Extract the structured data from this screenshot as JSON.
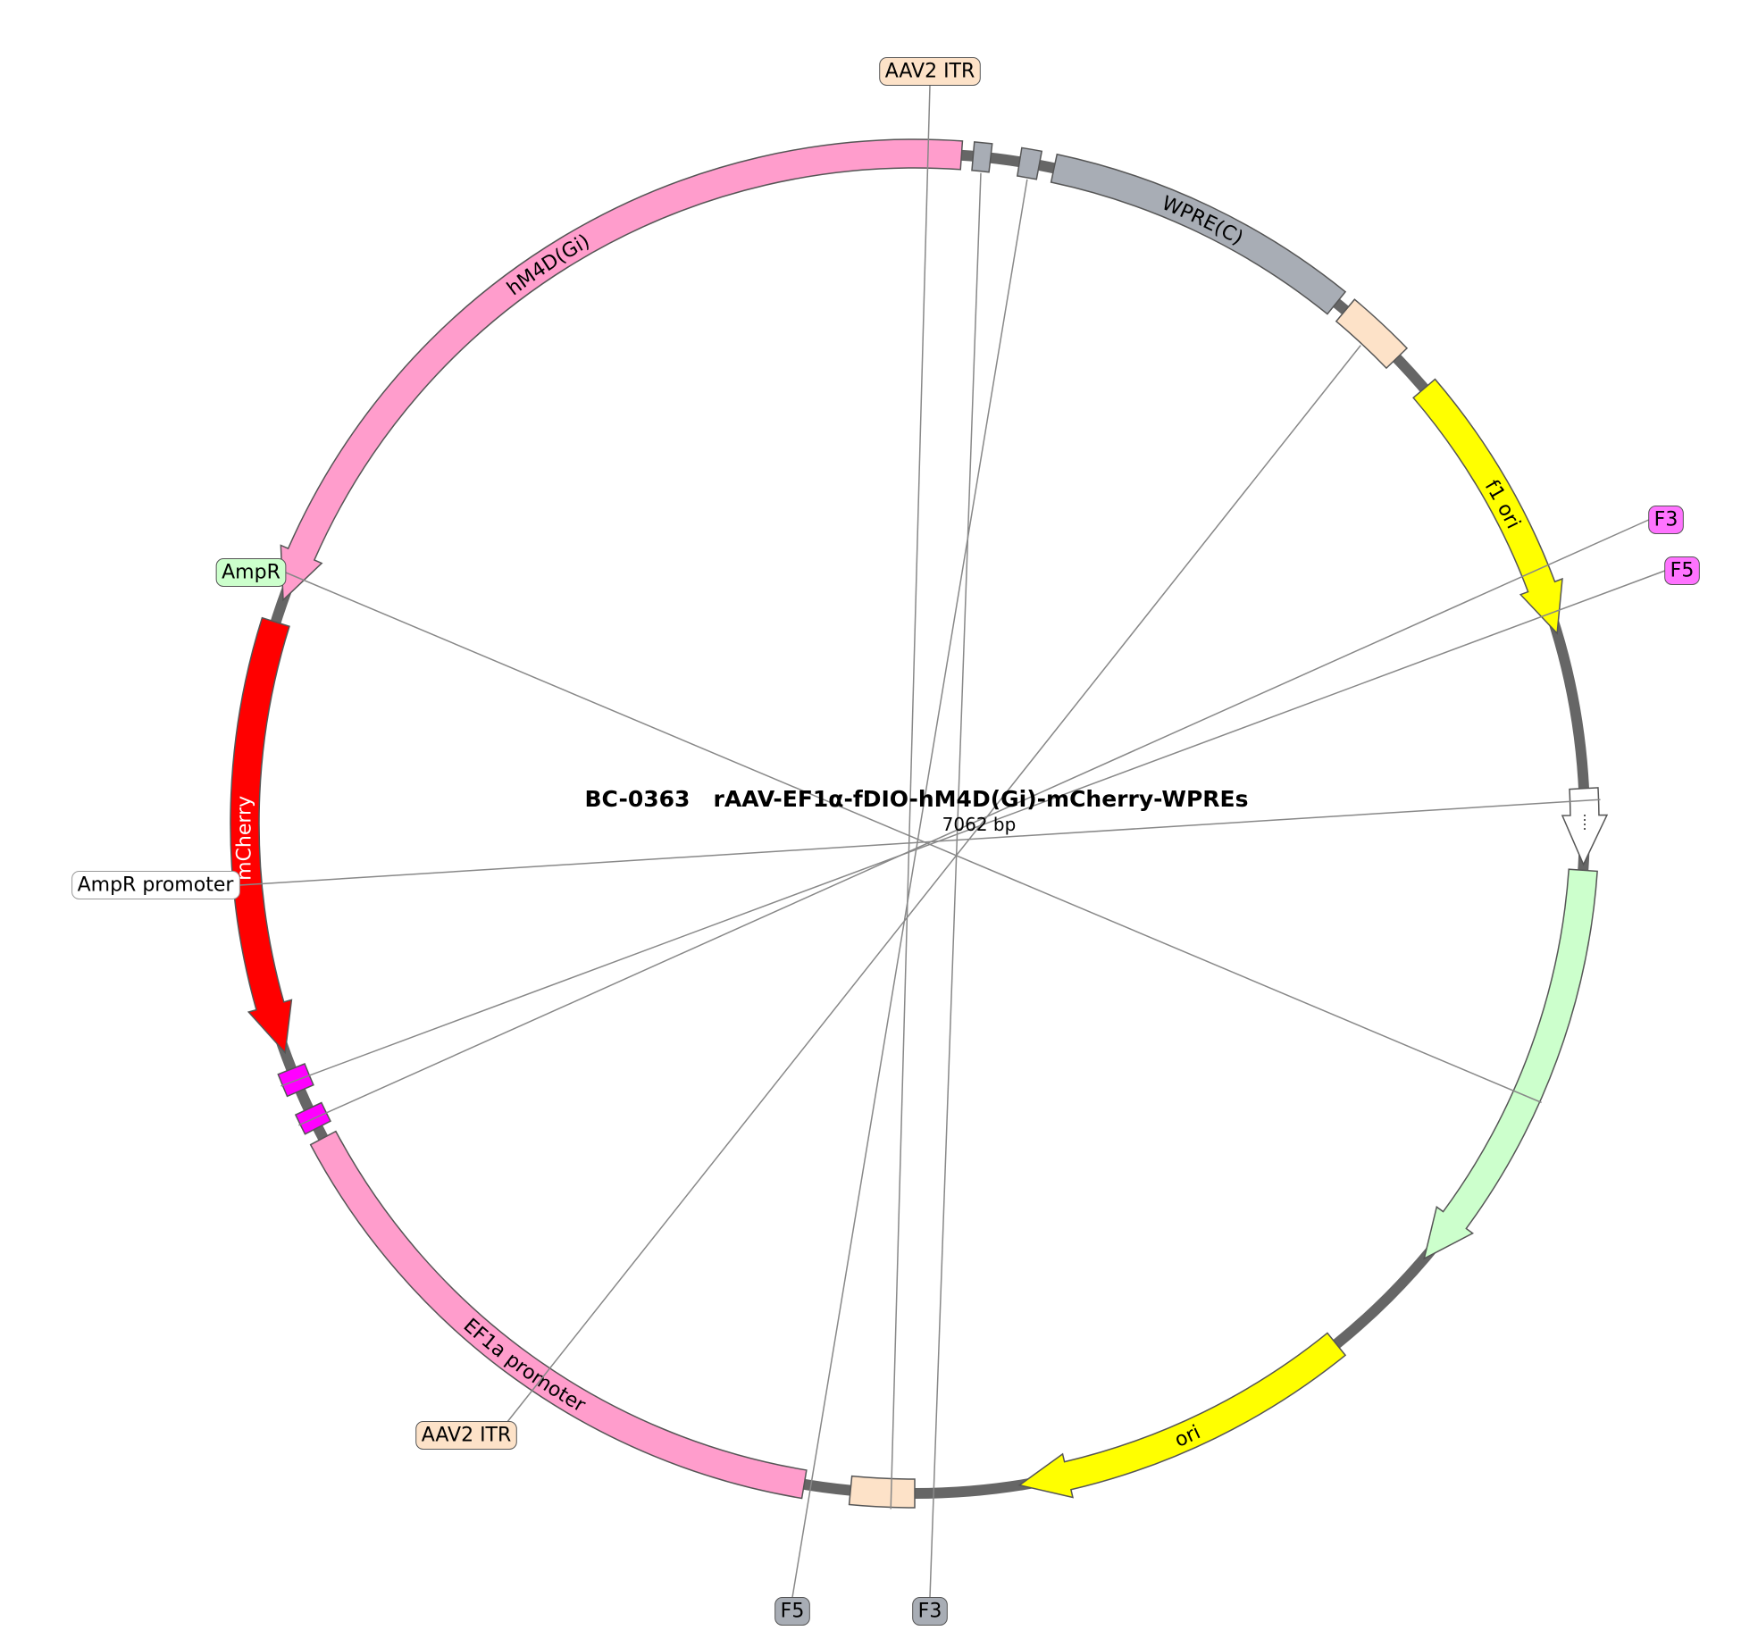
{
  "plasmid": {
    "name": "BC-0363   rAAV-EF1α-fDIO-hM4D(Gi)-mCherry-WPREs",
    "size_label": "7062 bp"
  },
  "features": [
    {
      "id": "aav2-itr-top",
      "label": "AAV2 ITR",
      "start": 90,
      "end": 95.5,
      "arrow": "none",
      "color": "#fde2c8",
      "label_mode": "callout",
      "callout_side": "top",
      "text_color": "#000000"
    },
    {
      "id": "ef1a-promoter",
      "label": "EF1a promoter",
      "start": 99.5,
      "end": 152,
      "arrow": "none",
      "color": "#ff9dcc",
      "label_mode": "inline",
      "text_color": "#000000"
    },
    {
      "id": "f3-right",
      "label": "F3",
      "start": 153,
      "end": 154.8,
      "arrow": "none",
      "color": "#ff00ff",
      "label_mode": "callout",
      "callout_side": "right",
      "text_color": "#000000"
    },
    {
      "id": "f5-right",
      "label": "F5",
      "start": 156.5,
      "end": 158.5,
      "arrow": "none",
      "color": "#ff00ff",
      "label_mode": "callout",
      "callout_side": "right",
      "text_color": "#000000"
    },
    {
      "id": "mcherry",
      "label": "mCherry",
      "start": 197.5,
      "end": 160,
      "arrow": "end",
      "color": "#ff0000",
      "label_mode": "inline",
      "text_color": "#ffffff"
    },
    {
      "id": "hm4d-gi",
      "label": "hM4D(Gi)",
      "start": 274,
      "end": 199.5,
      "arrow": "end",
      "color": "#ff9dcc",
      "label_mode": "inline",
      "text_color": "#000000"
    },
    {
      "id": "f3-bottom",
      "label": "F3",
      "start": 275,
      "end": 276.5,
      "arrow": "none",
      "color": "#a8adb5",
      "label_mode": "callout",
      "callout_side": "bottom",
      "text_color": "#000000"
    },
    {
      "id": "f5-bottom",
      "label": "F5",
      "start": 279,
      "end": 280.7,
      "arrow": "none",
      "color": "#a8adb5",
      "label_mode": "callout",
      "callout_side": "bottom",
      "text_color": "#000000"
    },
    {
      "id": "wpre-c",
      "label": "WPRE(C)",
      "start": 282,
      "end": 309,
      "arrow": "none",
      "color": "#a8adb5",
      "label_mode": "inline",
      "text_color": "#000000"
    },
    {
      "id": "aav2-itr-bottom",
      "label": "AAV2 ITR",
      "start": 310,
      "end": 316,
      "arrow": "none",
      "color": "#fde2c8",
      "label_mode": "callout",
      "callout_side": "bottom-left",
      "text_color": "#000000"
    },
    {
      "id": "f1-ori",
      "label": "f1 ori",
      "start": 319.5,
      "end": 343.5,
      "arrow": "end-ccw",
      "color": "#ffff00",
      "label_mode": "inline",
      "text_color": "#000000"
    },
    {
      "id": "ampr-promoter",
      "label": "AmpR promoter",
      "start": 357,
      "end": 363.5,
      "arrow": "end-ccw",
      "color": "#ffffff",
      "label_mode": "callout",
      "callout_side": "left",
      "text_color": "#000000"
    },
    {
      "id": "ampr",
      "label": "AmpR",
      "start": 364,
      "end": 400.5,
      "arrow": "end-ccw",
      "color": "#ccffcc",
      "label_mode": "callout",
      "callout_side": "left",
      "text_color": "#000000"
    },
    {
      "id": "ori",
      "label": "ori",
      "start": 411,
      "end": 441,
      "arrow": "end-ccw",
      "color": "#ffff00",
      "label_mode": "inline",
      "text_color": "#000000"
    }
  ],
  "callout_labels": {
    "aav2-itr-top": "AAV2 ITR",
    "f3-right": "F3",
    "f5-right": "F5",
    "f3-bottom": "F3",
    "f5-bottom": "F5",
    "aav2-itr-bottom": "AAV2 ITR",
    "ampr-promoter": "AmpR promoter",
    "ampr": "AmpR"
  },
  "colors": {
    "backbone": "#666666",
    "outline": "#555555"
  }
}
